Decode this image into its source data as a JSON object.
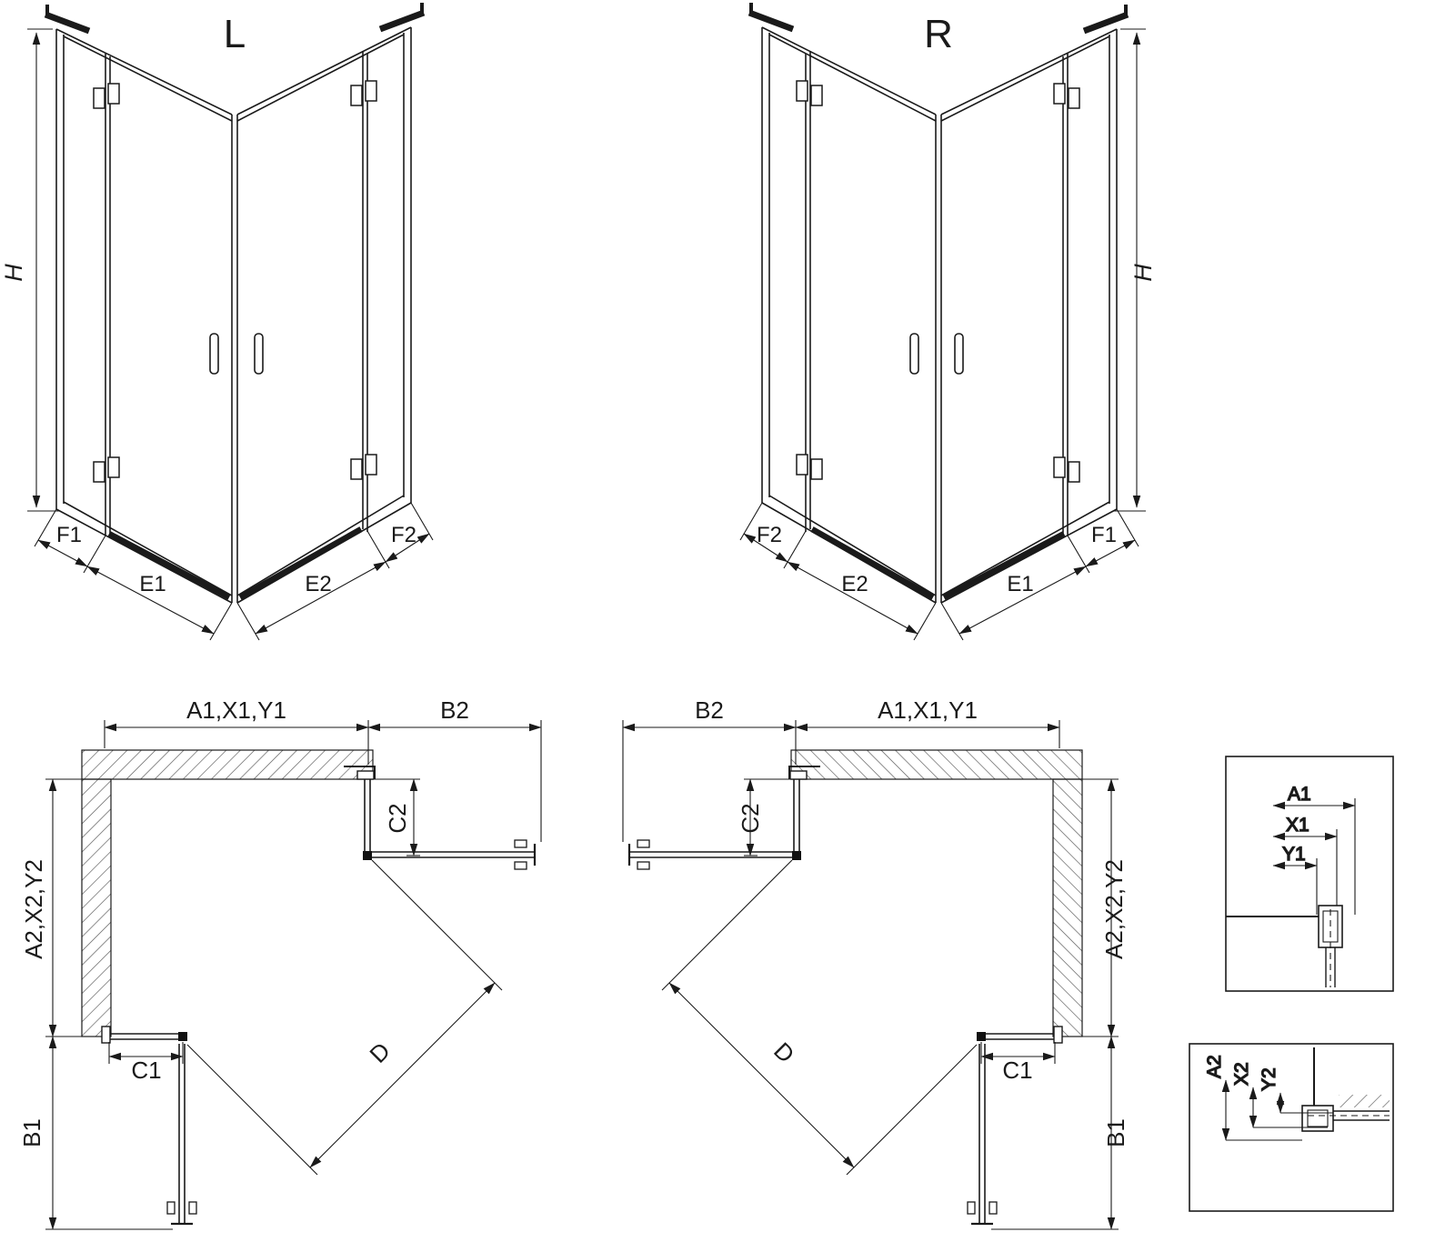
{
  "iso_views": {
    "left": {
      "title": "L",
      "height_label": "H",
      "widths": {
        "f1": "F1",
        "e1": "E1",
        "e2": "E2",
        "f2": "F2"
      }
    },
    "right": {
      "title": "R",
      "height_label": "H",
      "widths": {
        "f1": "F1",
        "e1": "E1",
        "e2": "E2",
        "f2": "F2"
      }
    }
  },
  "plan_views": {
    "left": {
      "top_width": "A1,X1,Y1",
      "side_ext": "B2",
      "corner_fixed_v": "C2",
      "side_depth": "A2,X2,Y2",
      "corner_fixed_h": "C1",
      "bottom_ext": "B1",
      "diagonal": "D"
    },
    "right": {
      "top_width": "A1,X1,Y1",
      "side_ext": "B2",
      "corner_fixed_v": "C2",
      "side_depth": "A2,X2,Y2",
      "corner_fixed_h": "C1",
      "bottom_ext": "B1",
      "diagonal": "D"
    }
  },
  "details": {
    "top_profile": {
      "dims": [
        "A1",
        "X1",
        "Y1"
      ]
    },
    "bottom_profile": {
      "dims": [
        "A2",
        "X2",
        "Y2"
      ]
    }
  }
}
